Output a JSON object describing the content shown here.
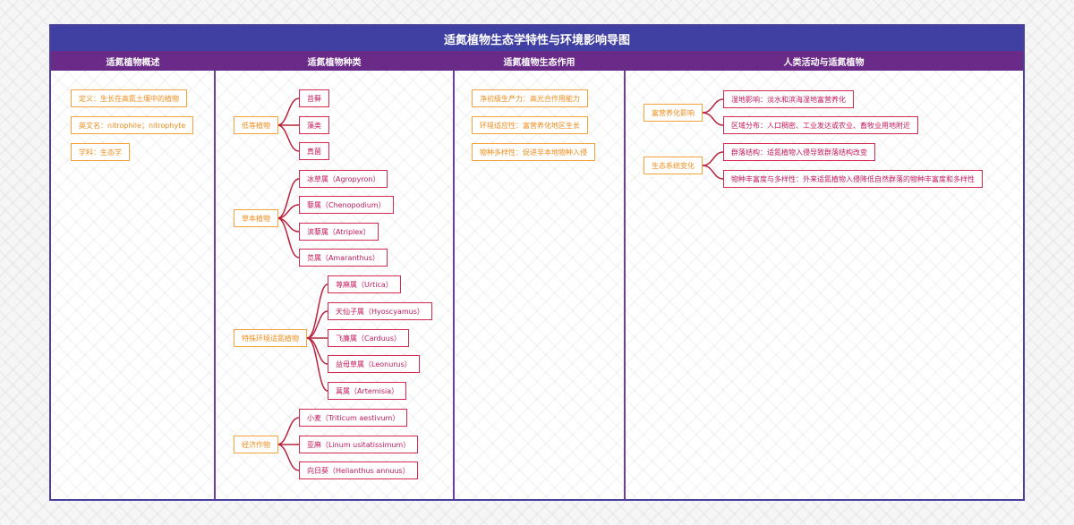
{
  "title": "适氮植物生态学特性与环境影响导图",
  "columns": [
    "适氮植物概述",
    "适氮植物种类",
    "适氮植物生态作用",
    "人类活动与适氮植物"
  ],
  "overview": [
    "定义：生长在高氮土壤中的植物",
    "英文名：nitrophile；nitrophyte",
    "学科：生态学"
  ],
  "species": [
    {
      "label": "低等植物",
      "items": [
        "苔藓",
        "藻类",
        "真菌"
      ]
    },
    {
      "label": "草本植物",
      "items": [
        "冰草属（Agropyron）",
        "藜属（Chenopodium）",
        "滨藜属（Atriplex）",
        "苋属（Amaranthus）"
      ]
    },
    {
      "label": "特殊环境适氮植物",
      "items": [
        "荨麻属（Urtica）",
        "天仙子属（Hyoscyamus）",
        "飞廉属（Carduus）",
        "益母草属（Leonurus）",
        "蒿属（Artemisia）"
      ]
    },
    {
      "label": "经济作物",
      "items": [
        "小麦（Triticum aestivum）",
        "亚麻（Linum usitatissimum）",
        "向日葵（Helianthus annuus）"
      ]
    }
  ],
  "effects": [
    "净初级生产力：高光合作用能力",
    "环境适应性：富营养化地区生长",
    "物种多样性：促进非本地物种入侵"
  ],
  "human": [
    {
      "label": "富营养化影响",
      "items": [
        "湿地影响：淡水和滨海湿地富营养化",
        "区域分布：人口稠密、工业发达或农业、畜牧业用地附近"
      ]
    },
    {
      "label": "生态系统变化",
      "items": [
        "群落结构：适氮植物入侵导致群落结构改变",
        "物种丰富度与多样性：外来适氮植物入侵降低自然群落的物种丰富度和多样性"
      ]
    }
  ],
  "colors": {
    "title_bg": "#4040a3",
    "header_bg": "#6a2a88",
    "orange": "#f5a23c",
    "red": "#d6294f"
  }
}
